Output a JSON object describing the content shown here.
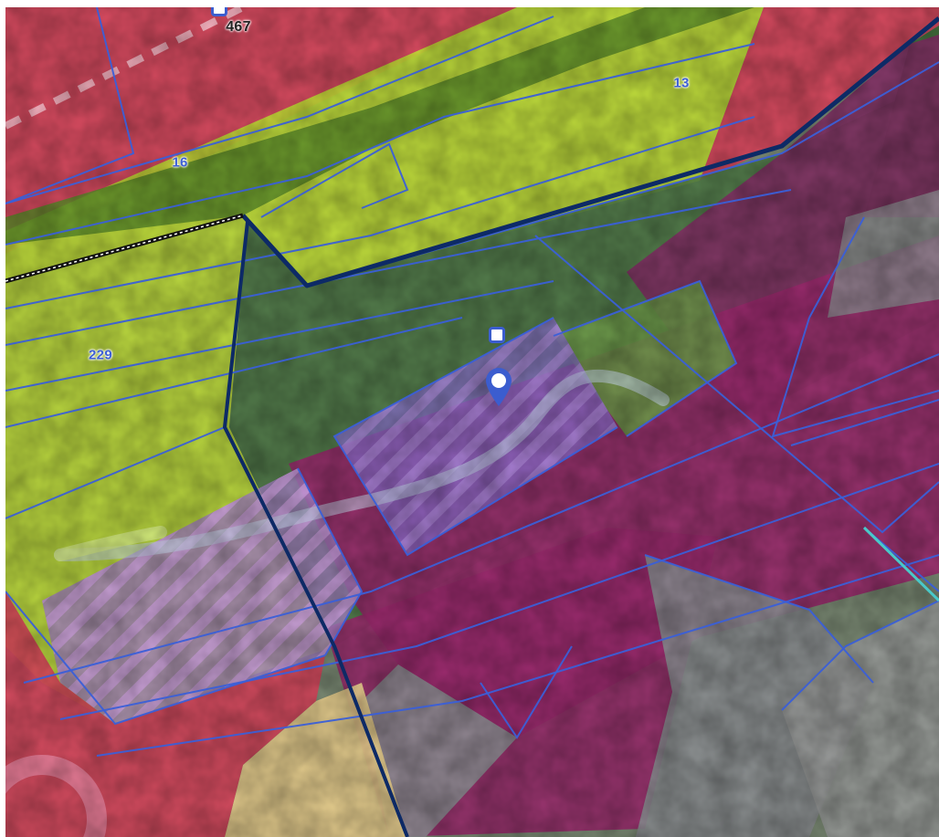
{
  "map": {
    "parcel_labels": [
      {
        "id": "467",
        "text": "467"
      },
      {
        "id": "13",
        "text": "13"
      },
      {
        "id": "16",
        "text": "16"
      },
      {
        "id": "229",
        "text": "229"
      }
    ],
    "colors": {
      "residential_red": "#e0455e",
      "green_zone": "#c8e636",
      "dark_green": "#5e8f2a",
      "forest_green": "#4d7a45",
      "magenta_zone": "#9b2a6e",
      "purple_zone": "#8a6fd1",
      "grey_zone": "#8f8f95",
      "tan_zone": "#e9cf8d",
      "boundary_dark": "#0d2a66",
      "parcel_line": "#3a5fd8",
      "marker_blue": "#3b5dcf"
    },
    "icons": {
      "pin": "map-pin-icon",
      "square_marker": "square-marker-icon"
    }
  }
}
